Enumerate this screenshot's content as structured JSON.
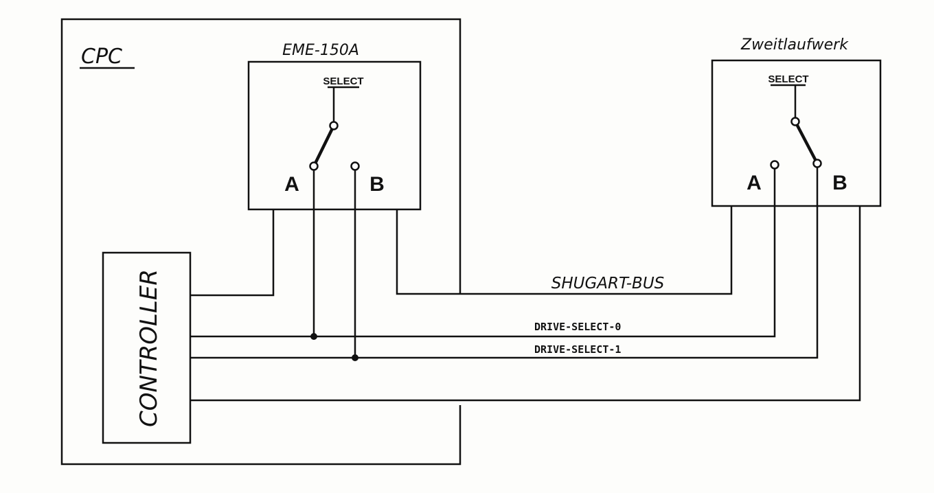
{
  "cpc": {
    "label": "CPC"
  },
  "drive1": {
    "title": "EME-150A",
    "select_label": "SELECT",
    "pin_a": "A",
    "pin_b": "B",
    "switch_position": "A"
  },
  "drive2": {
    "title": "Zweitlaufwerk",
    "select_label": "SELECT",
    "pin_a": "A",
    "pin_b": "B",
    "switch_position": "B"
  },
  "controller": {
    "label": "CONTROLLER"
  },
  "bus": {
    "shugart": "SHUGART-BUS",
    "ds0": "DRIVE-SELECT-0",
    "ds1": "DRIVE-SELECT-1"
  }
}
